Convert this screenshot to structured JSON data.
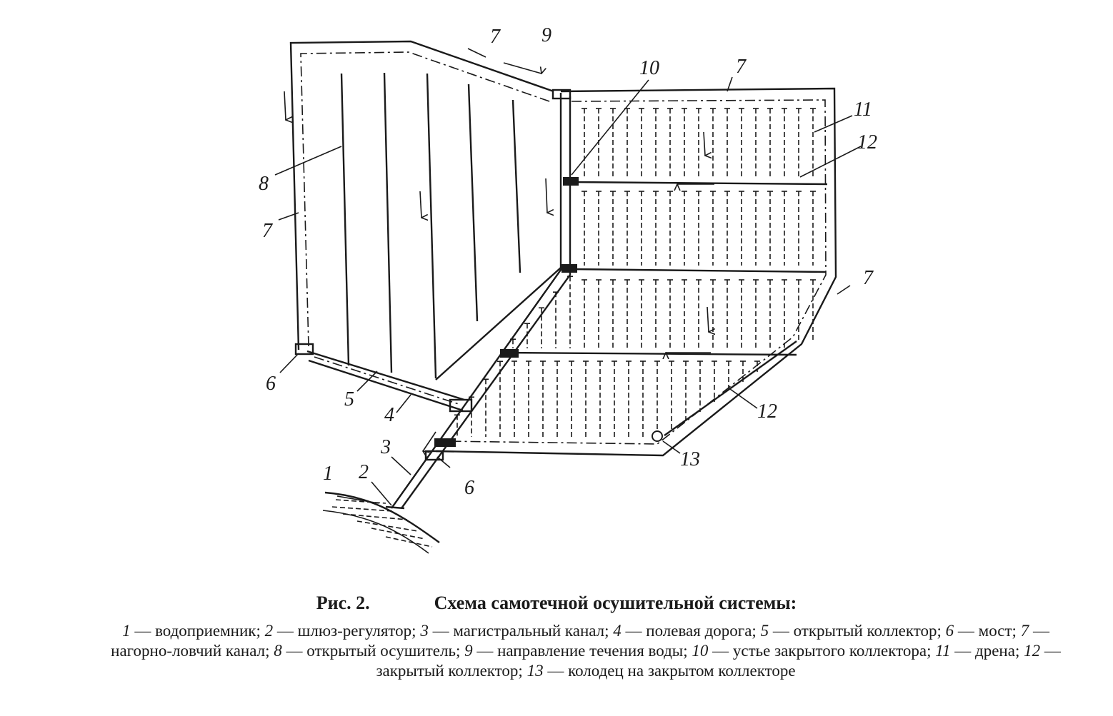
{
  "figure": {
    "label": "Рис. 2.",
    "title": "Схема самотечной осушительной системы:"
  },
  "callouts": [
    "1",
    "2",
    "3",
    "4",
    "5",
    "6",
    "6",
    "7",
    "7",
    "7",
    "7",
    "8",
    "9",
    "10",
    "11",
    "12",
    "12",
    "13"
  ],
  "legend": [
    {
      "num": "1",
      "text": "водоприемник;"
    },
    {
      "num": "2",
      "text": "шлюз-регулятор;"
    },
    {
      "num": "3",
      "text": "магистральный канал;"
    },
    {
      "num": "4",
      "text": "полевая дорога;"
    },
    {
      "num": "5",
      "text": "открытый коллектор;"
    },
    {
      "num": "6",
      "text": "мост;"
    },
    {
      "num": "7",
      "text": "нагорно-ловчий канал;"
    },
    {
      "num": "8",
      "text": "открытый осушитель;"
    },
    {
      "num": "9",
      "text": "направление течения воды;"
    },
    {
      "num": "10",
      "text": "устье закрытого коллектора;"
    },
    {
      "num": "11",
      "text": "дрена;"
    },
    {
      "num": "12",
      "text": "закрытый коллектор;"
    },
    {
      "num": "13",
      "text": "колодец на закрытом коллекторе"
    }
  ],
  "colors": {
    "ink": "#1a1a1a",
    "paper": "#ffffff"
  }
}
